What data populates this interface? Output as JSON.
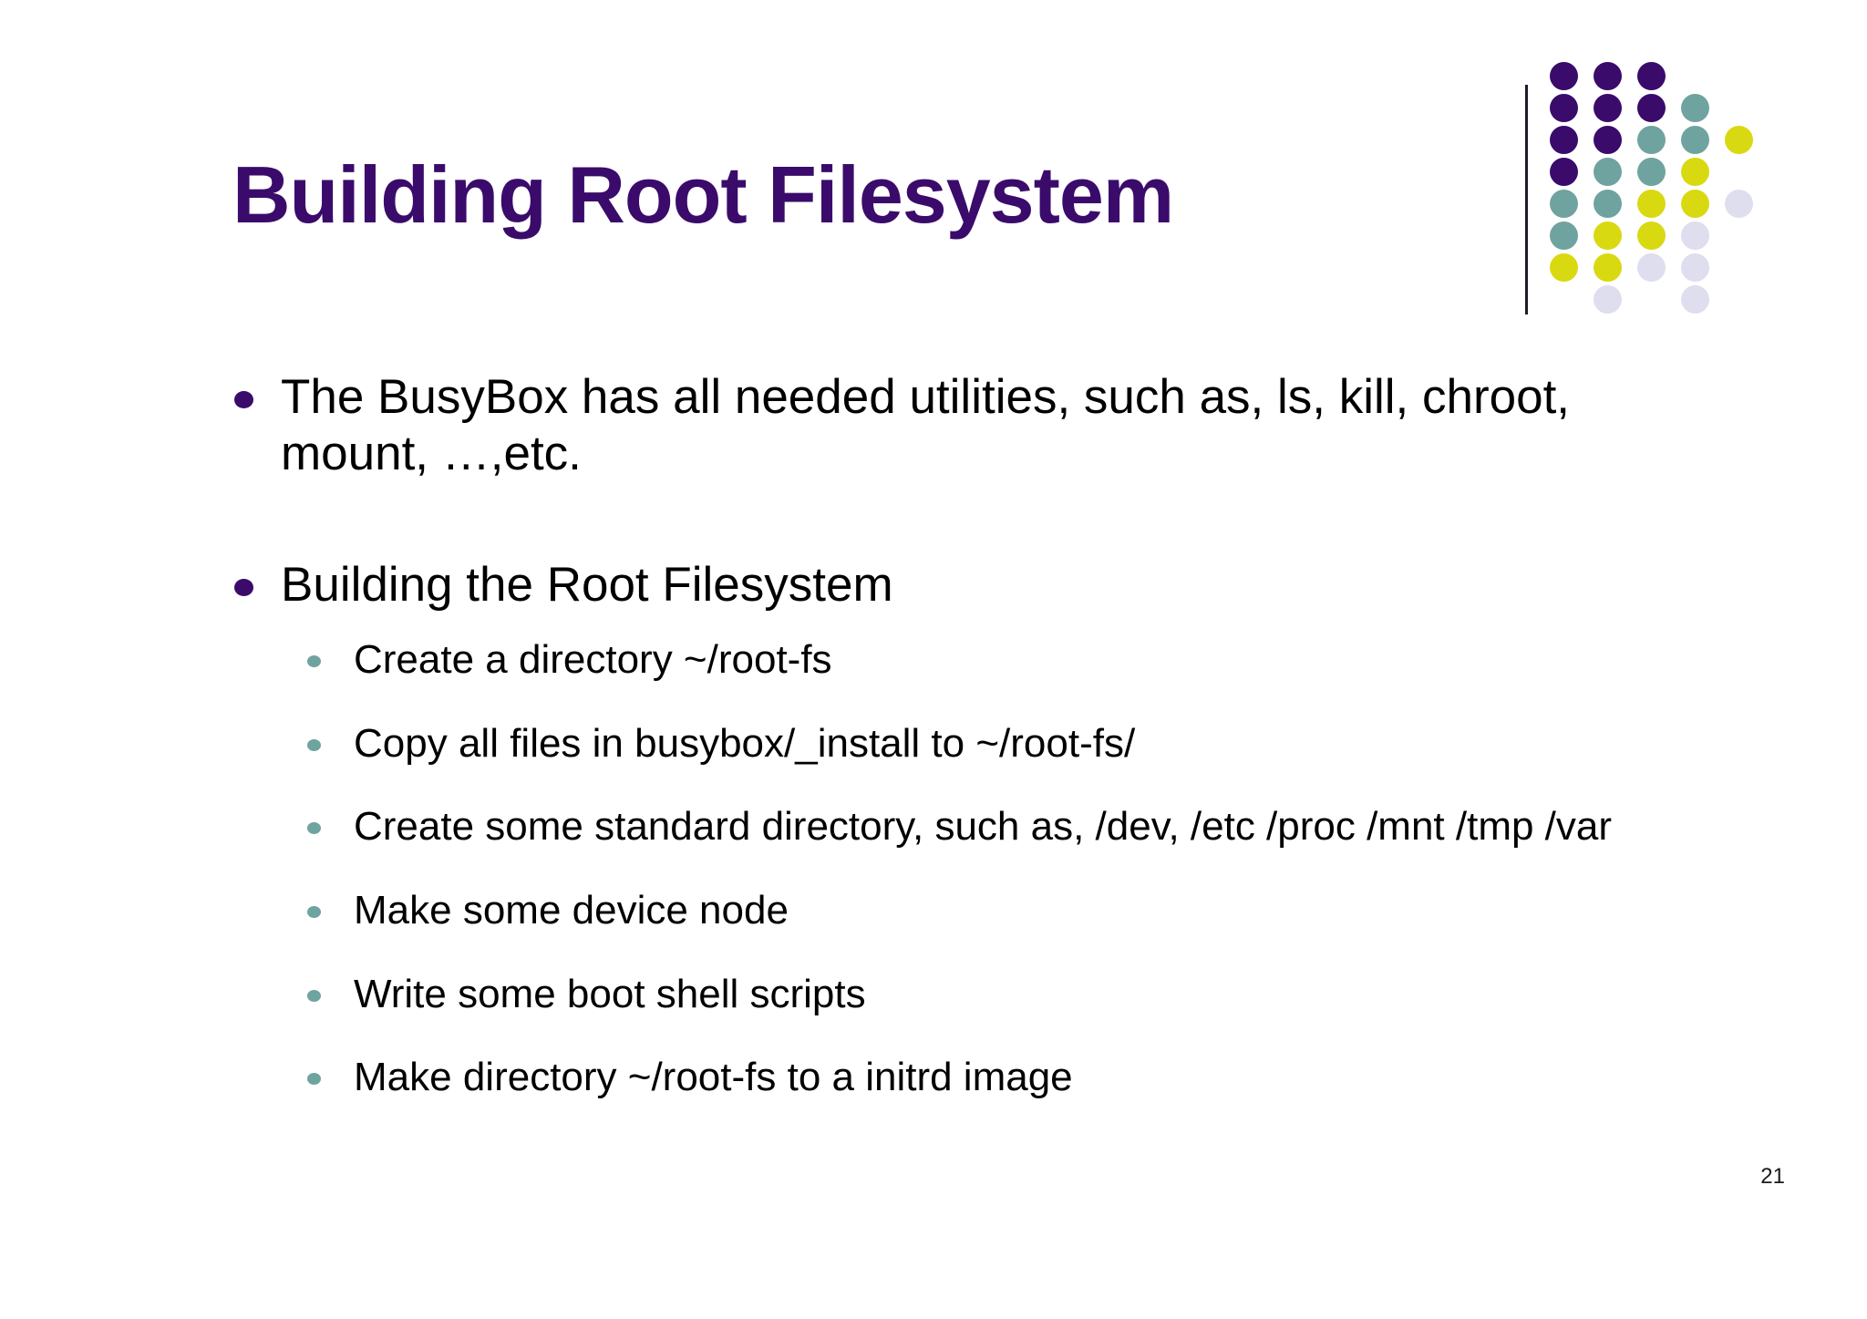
{
  "slide": {
    "title": "Building Root Filesystem",
    "page_number": "21",
    "colors": {
      "title_purple": "#3A0B6B",
      "bullet_purple": "#3A0B6B",
      "bullet_teal": "#6FA3A0",
      "logo_purple": "#3A0B6B",
      "logo_teal": "#6FA3A0",
      "logo_yellow": "#D9D911",
      "logo_lavender": "#DEDEEF",
      "background": "#FFFFFF",
      "rule": "#1C1C28"
    }
  },
  "logo": {
    "name": "dot-matrix-logo",
    "rows": [
      [
        "purple",
        "purple",
        "purple",
        "empty",
        "empty"
      ],
      [
        "purple",
        "purple",
        "purple",
        "teal",
        "empty"
      ],
      [
        "purple",
        "purple",
        "teal",
        "teal",
        "yellow"
      ],
      [
        "purple",
        "teal",
        "teal",
        "yellow",
        "empty"
      ],
      [
        "teal",
        "teal",
        "yellow",
        "yellow",
        "lavender"
      ],
      [
        "teal",
        "yellow",
        "yellow",
        "lavender",
        "empty"
      ],
      [
        "yellow",
        "yellow",
        "lavender",
        "lavender",
        "empty"
      ],
      [
        "empty",
        "lavender",
        "empty",
        "lavender",
        "empty"
      ]
    ]
  },
  "bullets": [
    {
      "level": 1,
      "text": "The BusyBox has all needed utilities, such as, ls, kill, chroot, mount, …,etc."
    },
    {
      "level": 1,
      "text": "Building the Root Filesystem"
    }
  ],
  "sub_bullets": [
    {
      "text": "Create a directory ~/root-fs"
    },
    {
      "text": "Copy all files in busybox/_install to ~/root-fs/"
    },
    {
      "text": "Create some standard directory, such as, /dev, /etc /proc /mnt /tmp /var"
    },
    {
      "text": "Make some device node"
    },
    {
      "text": "Write some boot shell scripts"
    },
    {
      "text": "Make directory ~/root-fs to a initrd image"
    }
  ]
}
